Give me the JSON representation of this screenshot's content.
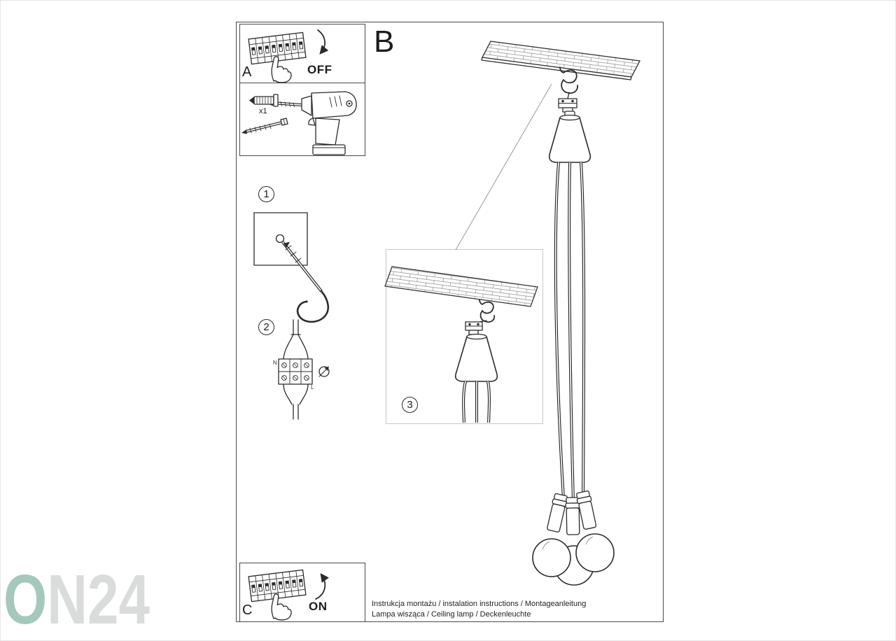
{
  "page": {
    "watermark": "ON24",
    "footer": {
      "line1": "Instrukcja montażu / instalation instructions / Montageanleitung",
      "line2": "Lampa wisząca / Ceiling lamp  / Deckenleuchte"
    }
  },
  "steps": {
    "panel_a": "A",
    "panel_b": "B",
    "panel_c": "C",
    "step_1": "1",
    "step_2": "2",
    "step_3": "3"
  },
  "labels": {
    "off": "OFF",
    "on": "ON",
    "quantity": "x1",
    "neutral": "N",
    "live": "L"
  },
  "icons": {
    "off_arrow": "curved-arrow-down",
    "on_arrow": "curved-arrow-up",
    "tighten_screw": "circle-with-arrow",
    "pressing_hand": "hand-pressing-breaker"
  },
  "colors": {
    "line_art": "#2b2b2b",
    "inset_border": "#c9c9c9",
    "watermark_gray": "#d9dcda",
    "watermark_teal": "#a5c8ba"
  }
}
